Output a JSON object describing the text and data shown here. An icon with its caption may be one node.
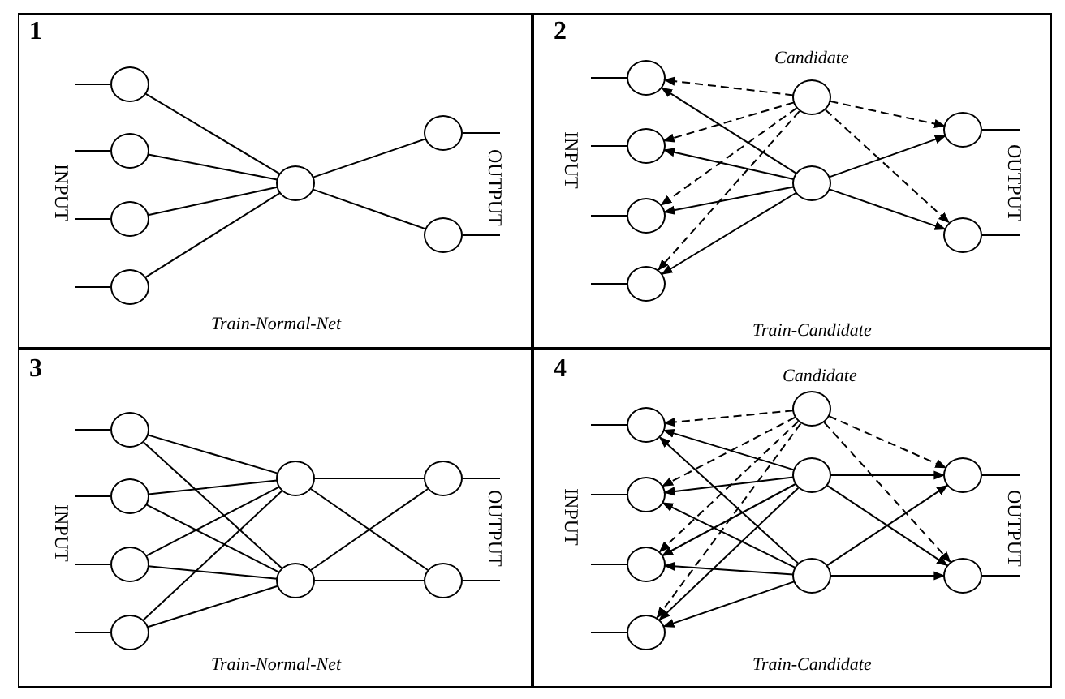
{
  "diagram": {
    "nodes": [
      {
        "text": [
          "1",
          "INPUT",
          "OUTPUT",
          "Train-Normal-Net"
        ]
      },
      {
        "text": [],
        "shape": "circle",
        "in": 0
      },
      {
        "text": [],
        "shape": "circle",
        "in": 0
      },
      {
        "text": [],
        "shape": "circle",
        "in": 0
      },
      {
        "text": [],
        "shape": "circle",
        "in": 0
      },
      {
        "text": [],
        "shape": "circle",
        "in": 0
      },
      {
        "text": [],
        "shape": "circle",
        "in": 0
      },
      {
        "text": [],
        "shape": "circle",
        "in": 0
      },
      {
        "text": [
          "2",
          "INPUT",
          "OUTPUT",
          "Train-Candidate"
        ]
      },
      {
        "text": [],
        "shape": "circle",
        "in": 8
      },
      {
        "text": [],
        "shape": "circle",
        "in": 8
      },
      {
        "text": [],
        "shape": "circle",
        "in": 8
      },
      {
        "text": [],
        "shape": "circle",
        "in": 8
      },
      {
        "text": [],
        "shape": "circle",
        "in": 8,
        "beside": [
          "Candidate"
        ]
      },
      {
        "text": [],
        "shape": "circle",
        "in": 8
      },
      {
        "text": [],
        "shape": "circle",
        "in": 8
      },
      {
        "text": [],
        "shape": "circle",
        "in": 8
      },
      {
        "text": [
          "3",
          "INPUT",
          "OUTPUT",
          "Train-Normal-Net"
        ]
      },
      {
        "text": [],
        "shape": "circle",
        "in": 17
      },
      {
        "text": [],
        "shape": "circle",
        "in": 17
      },
      {
        "text": [],
        "shape": "circle",
        "in": 17
      },
      {
        "text": [],
        "shape": "circle",
        "in": 17
      },
      {
        "text": [],
        "shape": "circle",
        "in": 17
      },
      {
        "text": [],
        "shape": "circle",
        "in": 17
      },
      {
        "text": [],
        "shape": "circle",
        "in": 17
      },
      {
        "text": [],
        "shape": "circle",
        "in": 17
      },
      {
        "text": [
          "4",
          "INPUT",
          "OUTPUT",
          "Train-Candidate"
        ]
      },
      {
        "text": [],
        "shape": "circle",
        "in": 26
      },
      {
        "text": [],
        "shape": "circle",
        "in": 26
      },
      {
        "text": [],
        "shape": "circle",
        "in": 26
      },
      {
        "text": [],
        "shape": "circle",
        "in": 26
      },
      {
        "text": [],
        "shape": "circle",
        "in": 26,
        "beside": [
          "Candidate"
        ]
      },
      {
        "text": [],
        "shape": "circle",
        "in": 26
      },
      {
        "text": [],
        "shape": "circle",
        "in": 26
      },
      {
        "text": [],
        "shape": "circle",
        "in": 26
      },
      {
        "text": [],
        "shape": "circle",
        "in": 26
      }
    ],
    "edges": [
      {
        "from": null,
        "to": 1,
        "arrow": "none"
      },
      {
        "from": null,
        "to": 2,
        "arrow": "none"
      },
      {
        "from": null,
        "to": 3,
        "arrow": "none"
      },
      {
        "from": null,
        "to": 4,
        "arrow": "none"
      },
      {
        "from": 1,
        "to": 5,
        "arrow": "none"
      },
      {
        "from": 2,
        "to": 5,
        "arrow": "none"
      },
      {
        "from": 3,
        "to": 5,
        "arrow": "none"
      },
      {
        "from": 4,
        "to": 5,
        "arrow": "none"
      },
      {
        "from": 5,
        "to": 6,
        "arrow": "none"
      },
      {
        "from": 5,
        "to": 7,
        "arrow": "none"
      },
      {
        "from": 6,
        "to": null,
        "arrow": "none"
      },
      {
        "from": 7,
        "to": null,
        "arrow": "none"
      },
      {
        "from": null,
        "to": 9,
        "arrow": "none"
      },
      {
        "from": null,
        "to": 10,
        "arrow": "none"
      },
      {
        "from": null,
        "to": 11,
        "arrow": "none"
      },
      {
        "from": null,
        "to": 12,
        "arrow": "none"
      },
      {
        "from": 14,
        "to": 9,
        "arrow": "to"
      },
      {
        "from": 14,
        "to": 10,
        "arrow": "to"
      },
      {
        "from": 14,
        "to": 11,
        "arrow": "to"
      },
      {
        "from": 14,
        "to": 12,
        "arrow": "to"
      },
      {
        "from": 13,
        "to": 9,
        "arrow": "to",
        "style": "dashed"
      },
      {
        "from": 13,
        "to": 10,
        "arrow": "to",
        "style": "dashed"
      },
      {
        "from": 13,
        "to": 11,
        "arrow": "to",
        "style": "dashed"
      },
      {
        "from": 13,
        "to": 12,
        "arrow": "to",
        "style": "dashed"
      },
      {
        "from": 14,
        "to": 15,
        "arrow": "to"
      },
      {
        "from": 14,
        "to": 16,
        "arrow": "to"
      },
      {
        "from": 13,
        "to": 15,
        "arrow": "to",
        "style": "dashed"
      },
      {
        "from": 13,
        "to": 16,
        "arrow": "to",
        "style": "dashed"
      },
      {
        "from": 15,
        "to": null,
        "arrow": "none"
      },
      {
        "from": 16,
        "to": null,
        "arrow": "none"
      },
      {
        "from": null,
        "to": 18,
        "arrow": "none"
      },
      {
        "from": null,
        "to": 19,
        "arrow": "none"
      },
      {
        "from": null,
        "to": 20,
        "arrow": "none"
      },
      {
        "from": null,
        "to": 21,
        "arrow": "none"
      },
      {
        "from": 18,
        "to": 22,
        "arrow": "none"
      },
      {
        "from": 18,
        "to": 23,
        "arrow": "none"
      },
      {
        "from": 19,
        "to": 22,
        "arrow": "none"
      },
      {
        "from": 19,
        "to": 23,
        "arrow": "none"
      },
      {
        "from": 20,
        "to": 22,
        "arrow": "none"
      },
      {
        "from": 20,
        "to": 23,
        "arrow": "none"
      },
      {
        "from": 21,
        "to": 22,
        "arrow": "none"
      },
      {
        "from": 21,
        "to": 23,
        "arrow": "none"
      },
      {
        "from": 22,
        "to": 24,
        "arrow": "none"
      },
      {
        "from": 22,
        "to": 25,
        "arrow": "none"
      },
      {
        "from": 23,
        "to": 24,
        "arrow": "none"
      },
      {
        "from": 23,
        "to": 25,
        "arrow": "none"
      },
      {
        "from": 24,
        "to": null,
        "arrow": "none"
      },
      {
        "from": 25,
        "to": null,
        "arrow": "none"
      },
      {
        "from": null,
        "to": 27,
        "arrow": "none"
      },
      {
        "from": null,
        "to": 28,
        "arrow": "none"
      },
      {
        "from": null,
        "to": 29,
        "arrow": "none"
      },
      {
        "from": null,
        "to": 30,
        "arrow": "none"
      },
      {
        "from": 32,
        "to": 27,
        "arrow": "to"
      },
      {
        "from": 32,
        "to": 28,
        "arrow": "to"
      },
      {
        "from": 32,
        "to": 29,
        "arrow": "to"
      },
      {
        "from": 32,
        "to": 30,
        "arrow": "to"
      },
      {
        "from": 33,
        "to": 27,
        "arrow": "to"
      },
      {
        "from": 33,
        "to": 28,
        "arrow": "to"
      },
      {
        "from": 33,
        "to": 29,
        "arrow": "to"
      },
      {
        "from": 33,
        "to": 30,
        "arrow": "to"
      },
      {
        "from": 31,
        "to": 27,
        "arrow": "to",
        "style": "dashed"
      },
      {
        "from": 31,
        "to": 28,
        "arrow": "to",
        "style": "dashed"
      },
      {
        "from": 31,
        "to": 29,
        "arrow": "to",
        "style": "dashed"
      },
      {
        "from": 31,
        "to": 30,
        "arrow": "to",
        "style": "dashed"
      },
      {
        "from": 32,
        "to": 34,
        "arrow": "to"
      },
      {
        "from": 32,
        "to": 35,
        "arrow": "to"
      },
      {
        "from": 33,
        "to": 34,
        "arrow": "to"
      },
      {
        "from": 33,
        "to": 35,
        "arrow": "to"
      },
      {
        "from": 31,
        "to": 34,
        "arrow": "to",
        "style": "dashed"
      },
      {
        "from": 31,
        "to": 35,
        "arrow": "to",
        "style": "dashed"
      },
      {
        "from": 34,
        "to": null,
        "arrow": "none"
      },
      {
        "from": 35,
        "to": null,
        "arrow": "none"
      }
    ]
  }
}
